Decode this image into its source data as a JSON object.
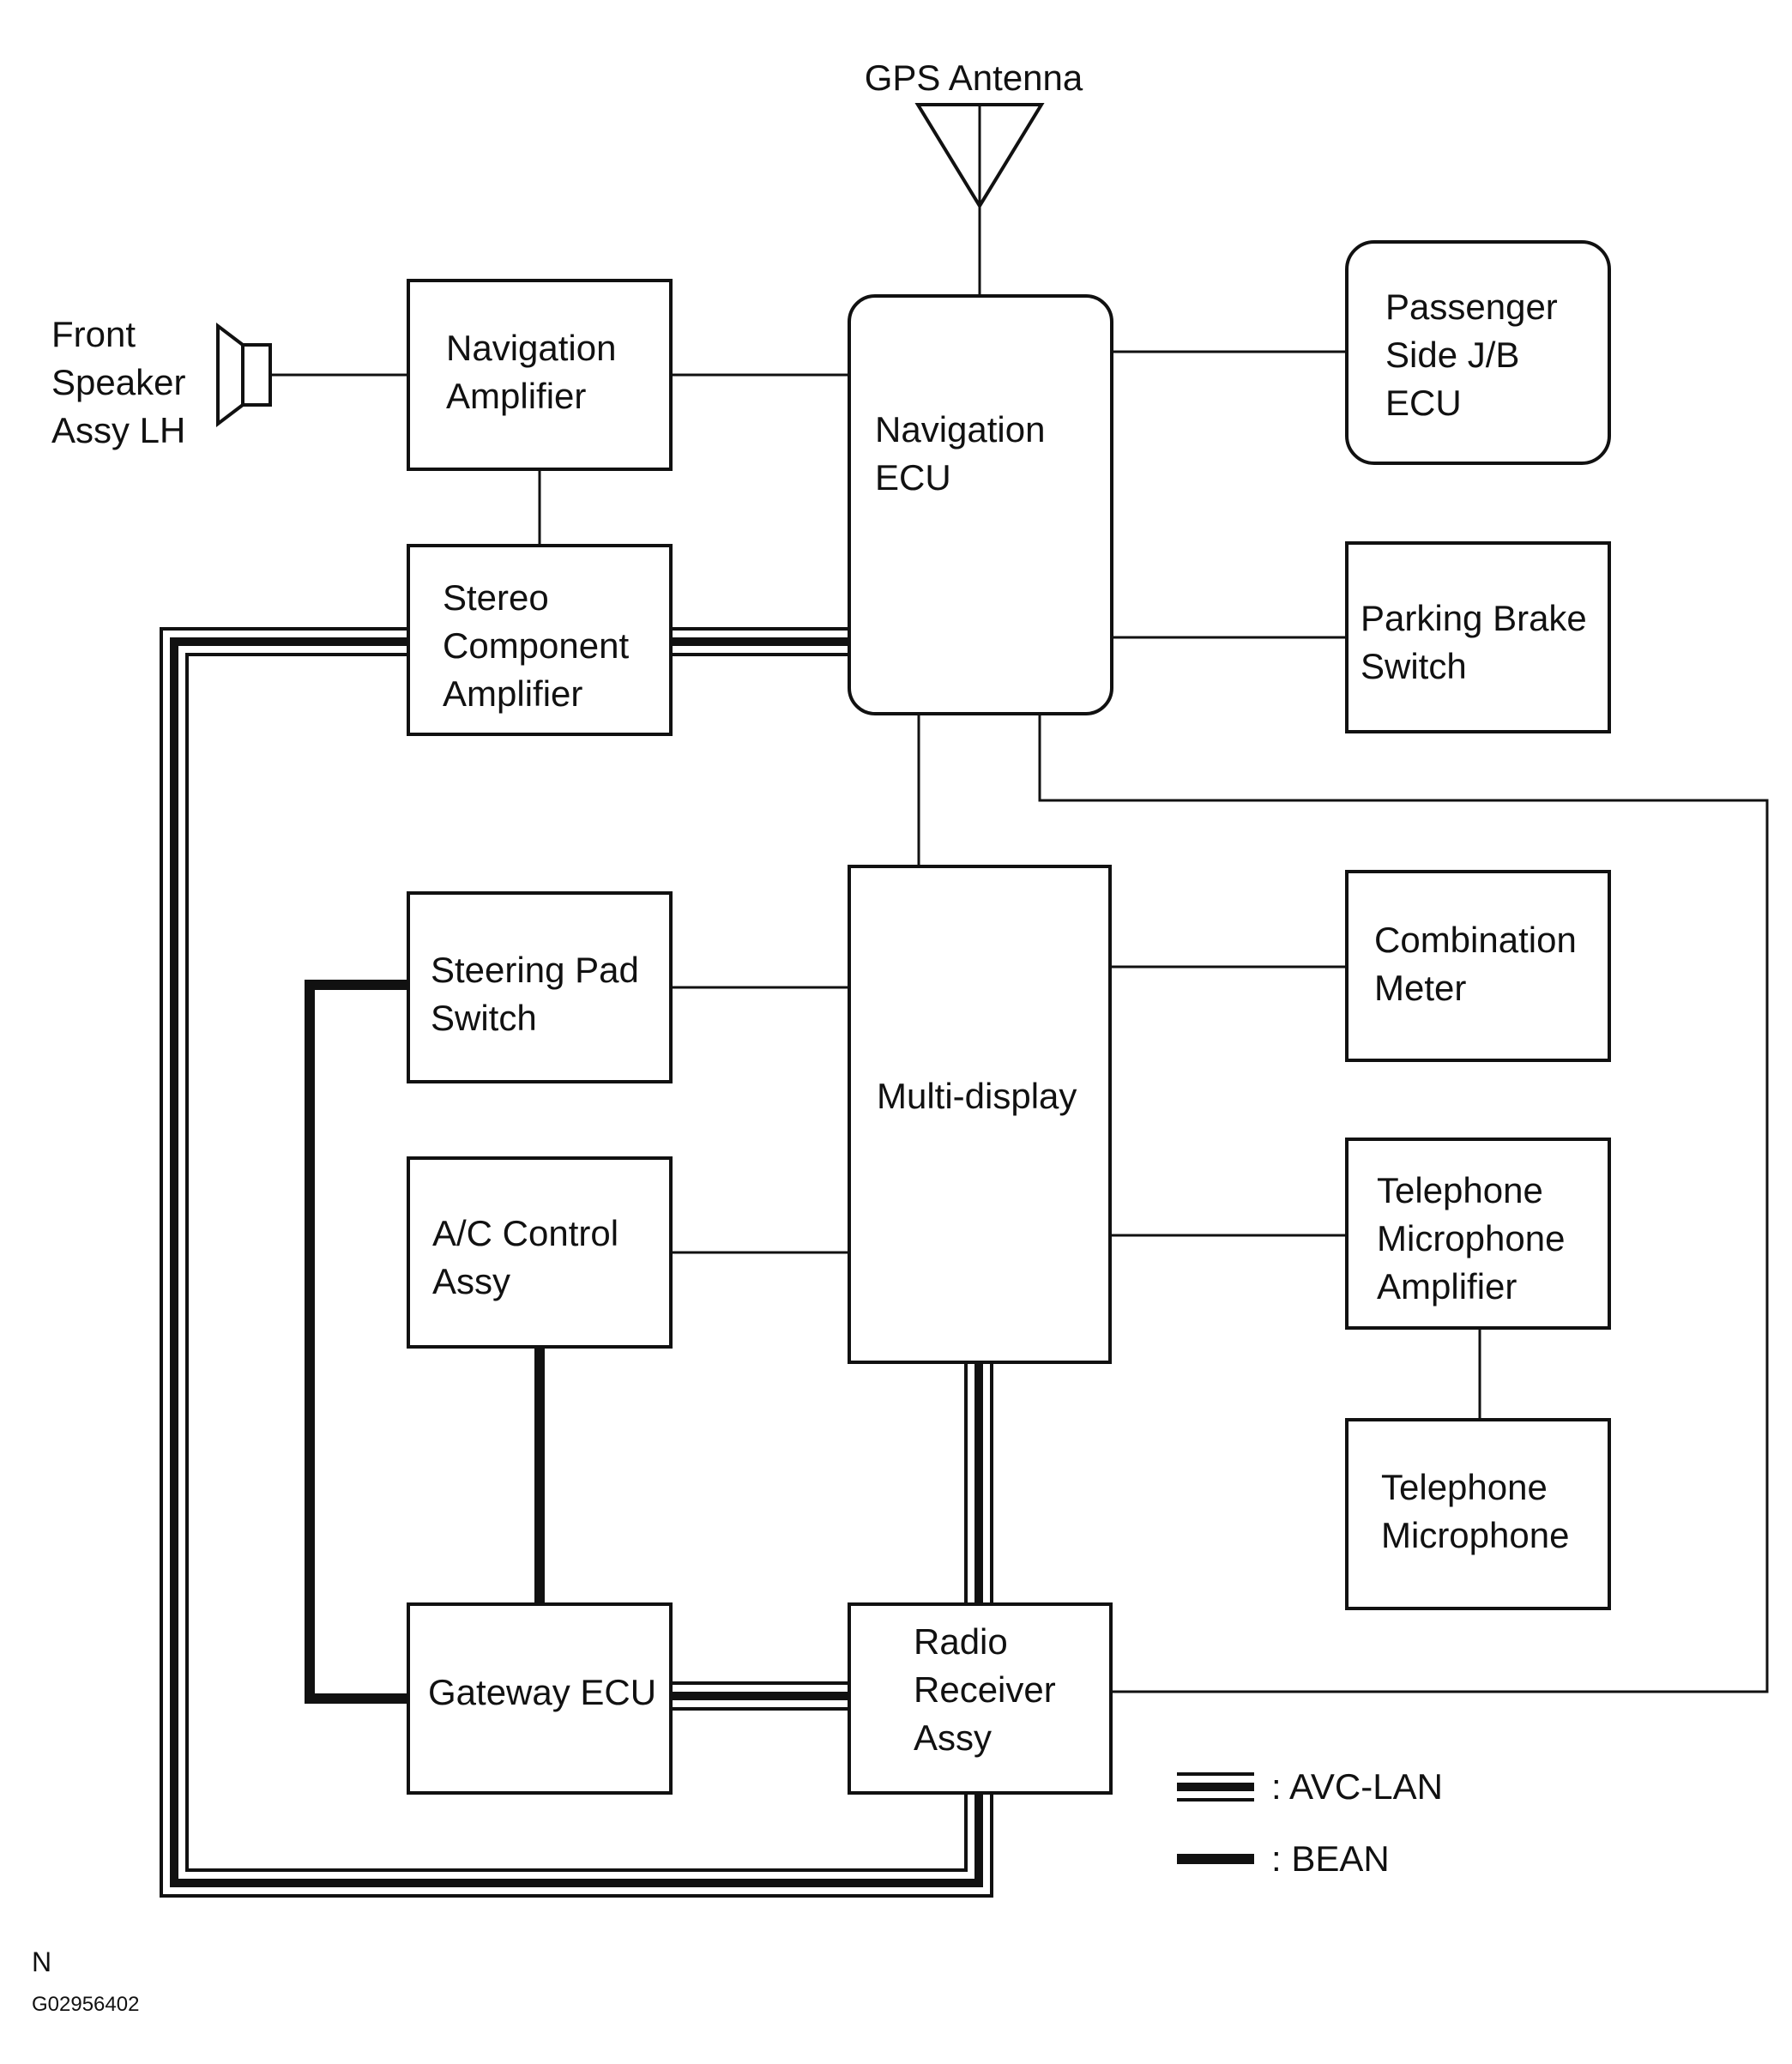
{
  "components": {
    "gps_antenna": "GPS Antenna",
    "front_speaker": [
      "Front",
      "Speaker",
      "Assy LH"
    ],
    "navigation_amplifier": [
      "Navigation",
      "Amplifier"
    ],
    "navigation_ecu": [
      "Navigation",
      "ECU"
    ],
    "passenger_side_jb_ecu": [
      "Passenger",
      "Side J/B",
      "ECU"
    ],
    "stereo_component_amplifier": [
      "Stereo",
      "Component",
      "Amplifier"
    ],
    "parking_brake_switch": [
      "Parking Brake",
      "Switch"
    ],
    "steering_pad_switch": [
      "Steering Pad",
      "Switch"
    ],
    "multi_display": "Multi-display",
    "combination_meter": [
      "Combination",
      "Meter"
    ],
    "ac_control_assy": [
      "A/C Control",
      "Assy"
    ],
    "telephone_microphone_amplifier": [
      "Telephone",
      "Microphone",
      "Amplifier"
    ],
    "telephone_microphone": [
      "Telephone",
      "Microphone"
    ],
    "gateway_ecu": "Gateway ECU",
    "radio_receiver_assy": [
      "Radio",
      "Receiver",
      "Assy"
    ]
  },
  "legend": {
    "avc_lan": ": AVC-LAN",
    "bean": ": BEAN"
  },
  "footer": {
    "mark": "N",
    "figure_id": "G02956402"
  }
}
